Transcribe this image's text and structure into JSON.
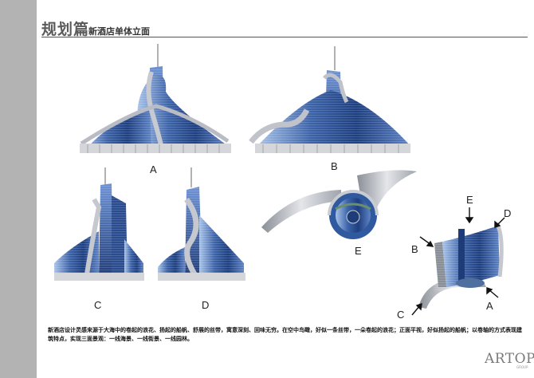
{
  "header": {
    "title": "规划篇",
    "subtitle": "新酒店单体立面"
  },
  "views": {
    "a": "A",
    "b": "B",
    "c": "C",
    "d": "D",
    "e": "E"
  },
  "plan_labels": {
    "e": "E",
    "d": "D",
    "b": "B",
    "c": "C",
    "a": "A"
  },
  "description": "新酒店设计灵感来源于大海中的卷起的浪花、扬起的船帆、舒展的丝带，寓意深刻、回味无穷。在空中鸟瞰，好似一条丝带，一朵卷起的浪花；正面平视，好似扬起的船帆；以卷轴的方式表现建筑特点，实现三面景观：一线海景、一线街景、一线园林。",
  "logo": {
    "text": "ARTOP",
    "sub": "GROUP"
  },
  "colors": {
    "sidebar": "#b3b3b3",
    "glass": "#3d63a8",
    "ribbon": "#b9bcc4"
  }
}
